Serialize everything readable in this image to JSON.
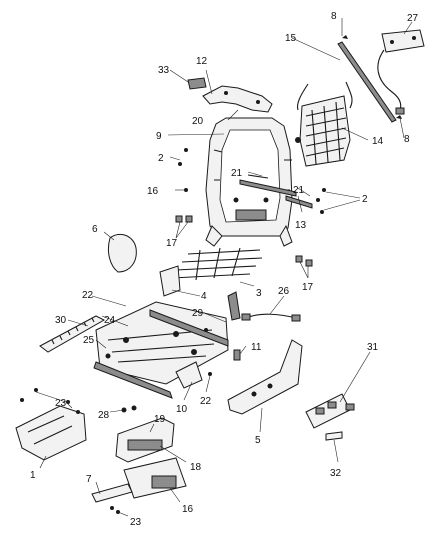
{
  "diagram": {
    "callouts": [
      {
        "id": "c1",
        "text": "1"
      },
      {
        "id": "c2a",
        "text": "2"
      },
      {
        "id": "c2b",
        "text": "2"
      },
      {
        "id": "c3",
        "text": "3"
      },
      {
        "id": "c4",
        "text": "4"
      },
      {
        "id": "c5",
        "text": "5"
      },
      {
        "id": "c6",
        "text": "6"
      },
      {
        "id": "c7",
        "text": "7"
      },
      {
        "id": "c8a",
        "text": "8"
      },
      {
        "id": "c8b",
        "text": "8"
      },
      {
        "id": "c9",
        "text": "9"
      },
      {
        "id": "c10",
        "text": "10"
      },
      {
        "id": "c11",
        "text": "11"
      },
      {
        "id": "c12",
        "text": "12"
      },
      {
        "id": "c13",
        "text": "13"
      },
      {
        "id": "c14",
        "text": "14"
      },
      {
        "id": "c15",
        "text": "15"
      },
      {
        "id": "c16a",
        "text": "16"
      },
      {
        "id": "c16b",
        "text": "16"
      },
      {
        "id": "c17a",
        "text": "17"
      },
      {
        "id": "c17b",
        "text": "17"
      },
      {
        "id": "c18",
        "text": "18"
      },
      {
        "id": "c19",
        "text": "19"
      },
      {
        "id": "c20",
        "text": "20"
      },
      {
        "id": "c21a",
        "text": "21"
      },
      {
        "id": "c21b",
        "text": "21"
      },
      {
        "id": "c22a",
        "text": "22"
      },
      {
        "id": "c22b",
        "text": "22"
      },
      {
        "id": "c23a",
        "text": "23"
      },
      {
        "id": "c23b",
        "text": "23"
      },
      {
        "id": "c24",
        "text": "24"
      },
      {
        "id": "c25",
        "text": "25"
      },
      {
        "id": "c26",
        "text": "26"
      },
      {
        "id": "c27",
        "text": "27"
      },
      {
        "id": "c28",
        "text": "28"
      },
      {
        "id": "c29",
        "text": "29"
      },
      {
        "id": "c30",
        "text": "30"
      },
      {
        "id": "c31",
        "text": "31"
      },
      {
        "id": "c32",
        "text": "32"
      },
      {
        "id": "c33",
        "text": "33"
      }
    ]
  }
}
